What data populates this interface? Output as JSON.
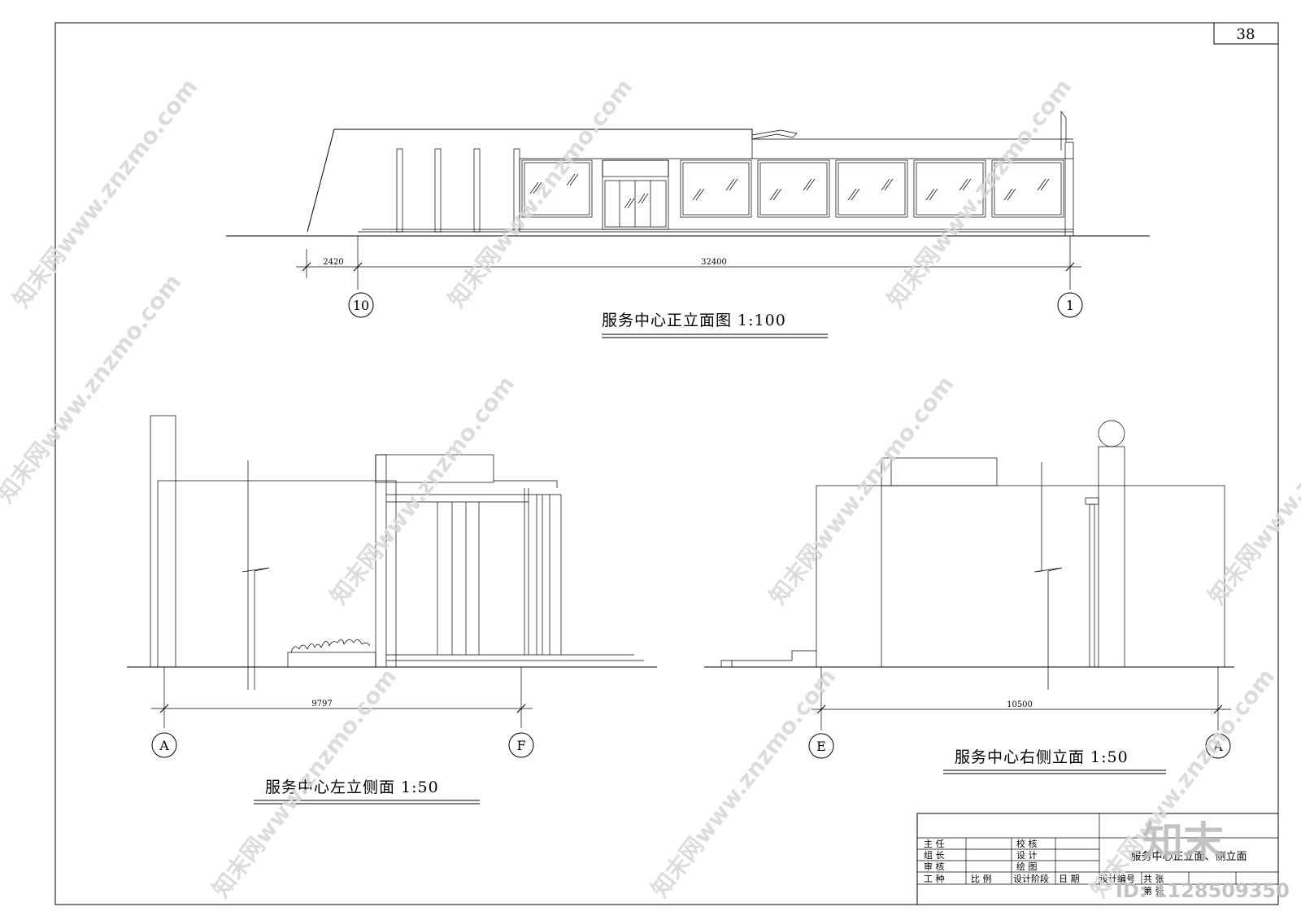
{
  "sheet_number": "38",
  "front_elevation": {
    "title": "服务中心正立面图  1:100",
    "dim_left": "2420",
    "dim_main": "32400",
    "axis_left": "10",
    "axis_right": "1"
  },
  "left_elevation": {
    "title": "服务中心左立侧面  1:50",
    "dim": "9797",
    "axis_left": "A",
    "axis_right": "F"
  },
  "right_elevation": {
    "title": "服务中心右侧立面  1:50",
    "dim": "10500",
    "axis_left": "E",
    "axis_right": "A"
  },
  "title_block": {
    "row1": [
      "主  任",
      "校  核"
    ],
    "row2": [
      "组  长",
      "设  计"
    ],
    "row3": [
      "审  核",
      "绘  图"
    ],
    "row4": [
      "工  种",
      "比  例",
      "设计阶段",
      "日  期",
      "设计编号",
      "共  张"
    ],
    "row5": "第  张",
    "drawing_name": "服务中心正立面、侧立面"
  },
  "watermarks": {
    "site": "知末网www.znzmo.com",
    "logo": "知末",
    "id": "ID: 1128509350"
  }
}
